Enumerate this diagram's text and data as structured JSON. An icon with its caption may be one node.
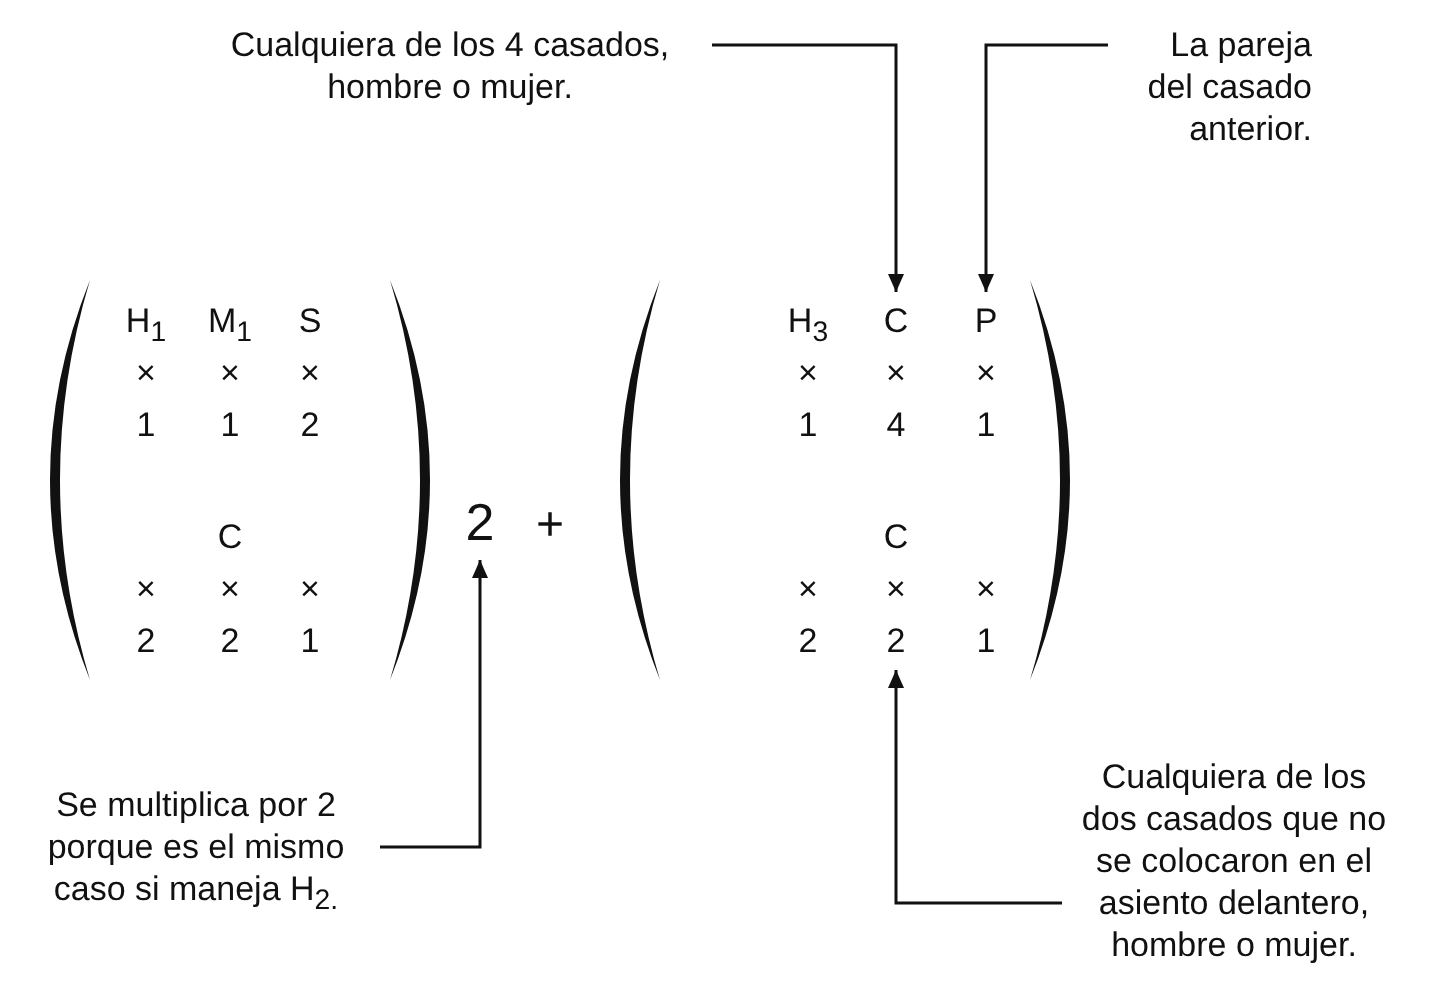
{
  "diagram": {
    "nodes": [
      {
        "text": [
          "Cualquiera de los 4 casados, hombre o mujer."
        ]
      },
      {
        "text": [
          "C"
        ]
      },
      {
        "text": [
          "La pareja del casado anterior."
        ]
      },
      {
        "text": [
          "P"
        ]
      },
      {
        "text": [
          "Se multiplica por 2 porque es el mismo caso si maneja H$_{2.}$"
        ]
      },
      {
        "text": [
          "2"
        ]
      },
      {
        "text": [
          "Cualquiera de los dos casados que no se colocaron en el asiento delantero, hombre o mujer."
        ]
      },
      {
        "text": [
          "2"
        ]
      }
    ],
    "edges": [
      {
        "from": 0,
        "to": 1,
        "arrow": "to"
      },
      {
        "from": 2,
        "to": 3,
        "arrow": "to"
      },
      {
        "from": 4,
        "to": 5,
        "arrow": "to"
      },
      {
        "from": 6,
        "to": 7,
        "arrow": "to"
      }
    ],
    "labels": [
      "H$_{1}$",
      "M$_{1}$",
      "S",
      "×",
      "×",
      "×",
      "1",
      "1",
      "2",
      "C",
      "×",
      "×",
      "×",
      "2",
      "2",
      "1",
      "+",
      "H$_{3}$",
      "×",
      "×",
      "×",
      "1",
      "4",
      "1",
      "C",
      "×",
      "×",
      "×",
      "2",
      "1"
    ]
  }
}
